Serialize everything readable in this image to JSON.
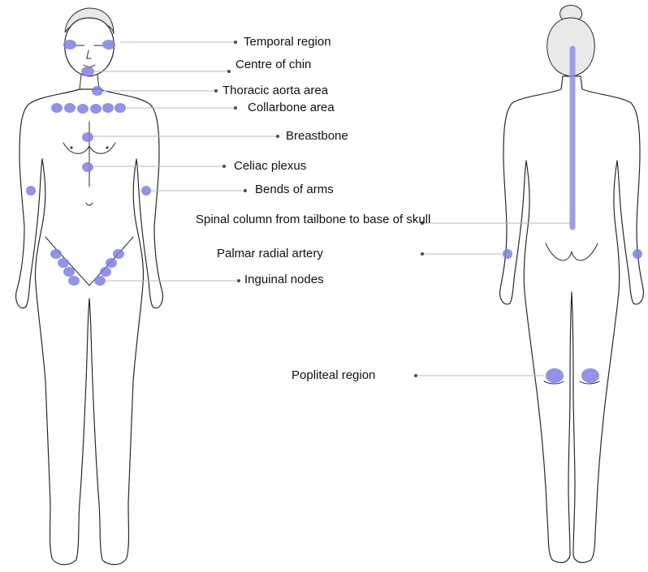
{
  "labels": {
    "temporal_region": "Temporal region",
    "centre_of_chin": "Centre of chin",
    "thoracic_aorta": "Thoracic aorta area",
    "collarbone": "Collarbone area",
    "breastbone": "Breastbone",
    "celiac_plexus": "Celiac  plexus",
    "bends_of_arms": "Bends of arms",
    "spinal_column": "Spinal column from tailbone to base of skull",
    "palmar_radial": "Palmar radial artery",
    "inguinal_nodes": "Inguinal nodes",
    "popliteal_region": "Popliteal region"
  },
  "colors": {
    "point": "#7f7fe6",
    "leader": "#b9b9b9",
    "outline": "#2a2a2a"
  }
}
